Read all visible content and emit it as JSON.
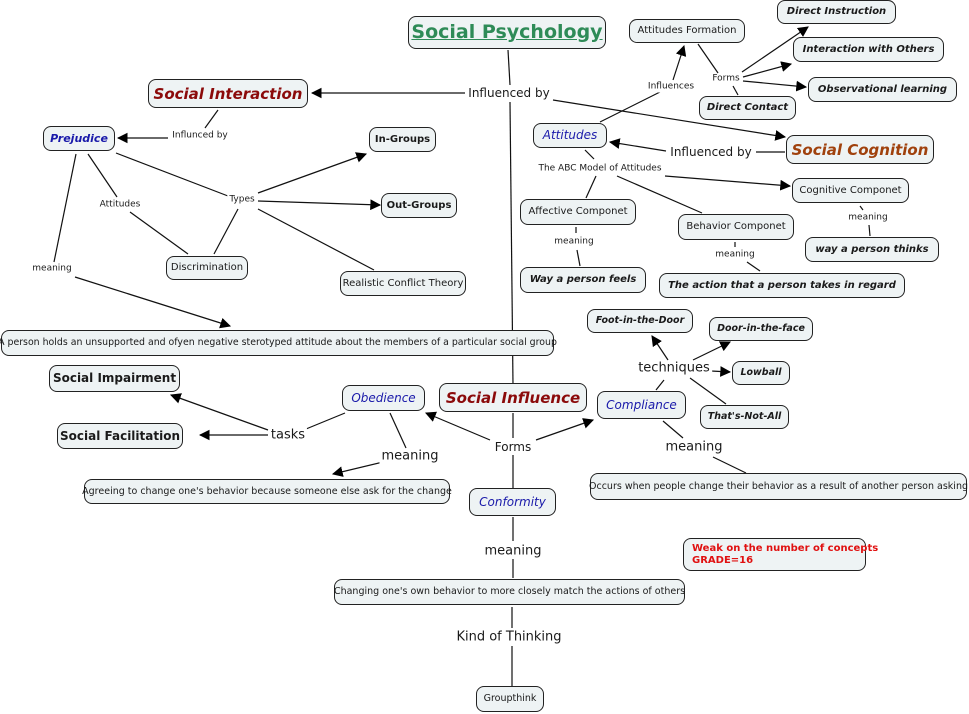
{
  "concept_map": {
    "title": "Social Psychology",
    "nodes": {
      "social_psychology": "Social Psychology",
      "social_interaction": "Social Interaction",
      "social_cognition": "Social Cognition",
      "social_influence": "Social Influence",
      "attitudes_formation": "Attitudes Formation",
      "direct_instruction": "Direct Instruction",
      "interaction_with_others": "Interaction with Others",
      "observational_learning": "Observational learning",
      "direct_contact": "Direct Contact",
      "attitudes": "Attitudes",
      "prejudice": "Prejudice",
      "in_groups": "In-Groups",
      "out_groups": "Out-Groups",
      "discrimination": "Discrimination",
      "realistic_conflict_theory": "Realistic Conflict Theory",
      "cognitive_componet": "Cognitive Componet",
      "affective_componet": "Affective Componet",
      "behavior_componet": "Behavior Componet",
      "way_person_thinks": "way a person thinks",
      "way_person_feels": "Way a person feels",
      "action_person_takes": "The action that a person takes in regard",
      "prejudice_meaning": "A person holds an unsupported and ofyen negative sterotyped attitude about the members of a particular social group",
      "social_impairment": "Social Impairment",
      "social_facilitation": "Social Facilitation",
      "obedience": "Obedience",
      "compliance": "Compliance",
      "conformity": "Conformity",
      "foot_in_the_door": "Foot-in-the-Door",
      "door_in_the_face": "Door-in-the-face",
      "lowball": "Lowball",
      "thats_not_all": "That's-Not-All",
      "obedience_meaning": "Agreeing to change one's behavior because someone else ask for the change",
      "compliance_meaning": "Occurs when people change their behavior as a result of another person asking",
      "conformity_meaning": "Changing one's own behavior to more closely match the actions of others",
      "groupthink": "Groupthink"
    },
    "link_labels": {
      "influenced_by_main": "Influenced by",
      "influences": "Influences",
      "forms_attitudes": "Forms",
      "influnced_by": "Influnced by",
      "influenced_by_cognition": "Influenced by",
      "abc_model": "The ABC Model of Attitudes",
      "types": "Types",
      "attitudes_link": "Attitudes",
      "meaning_prejudice": "meaning",
      "meaning_cognitive": "meaning",
      "meaning_affective": "meaning",
      "meaning_behavior": "meaning",
      "techniques": "techniques",
      "tasks": "tasks",
      "forms_influence": "Forms",
      "meaning_obedience": "meaning",
      "meaning_compliance": "meaning",
      "meaning_conformity": "meaning",
      "kind_of_thinking": "Kind of Thinking"
    },
    "grader_note": {
      "comment": "Weak on the number of concepts",
      "grade_label": "GRADE",
      "grade_value": "=16"
    }
  }
}
